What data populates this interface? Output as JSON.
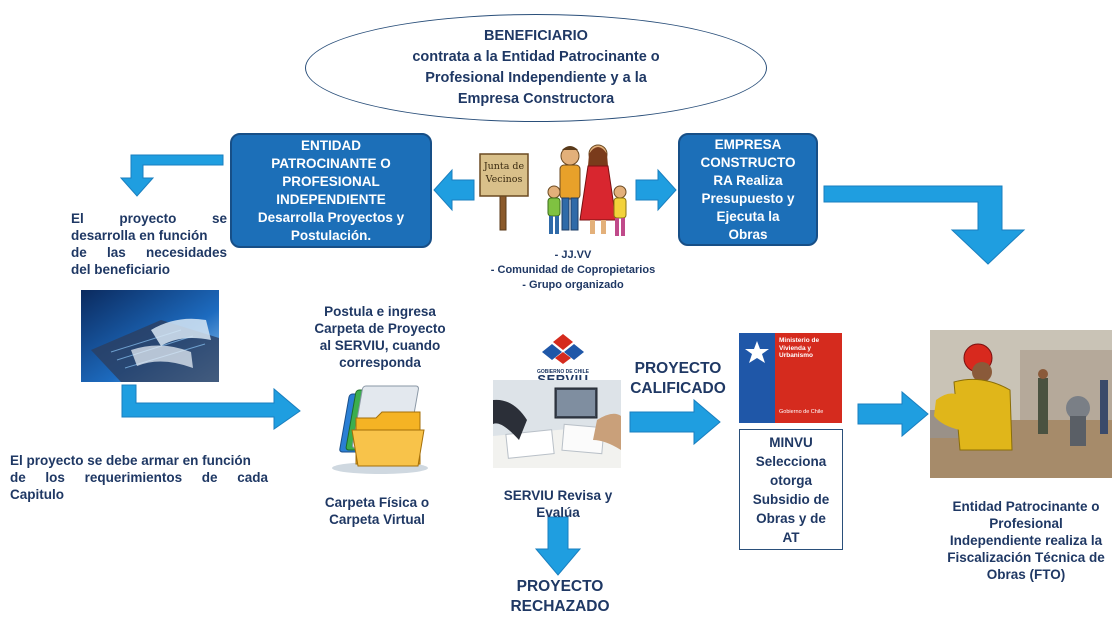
{
  "top_ellipse": {
    "lines": [
      "BENEFICIARIO",
      "contrata a la Entidad Patrocinante o",
      "Profesional Independiente y a la",
      "Empresa Constructora"
    ]
  },
  "entidad_box": {
    "lines": [
      "ENTIDAD",
      "PATROCINANTE O",
      "PROFESIONAL",
      "INDEPENDIENTE",
      "Desarrolla Proyectos y",
      "Postulación."
    ]
  },
  "empresa_box": {
    "lines": [
      "EMPRESA",
      "CONSTRUCTO",
      "RA Realiza",
      "Presupuesto y",
      "Ejecuta la",
      "Obras"
    ]
  },
  "junta_sign": "Junta de Vecinos",
  "community_list": [
    "- JJ.VV",
    "- Comunidad de Copropietarios",
    "- Grupo organizado"
  ],
  "proyecto_desarrolla": {
    "lines": [
      "El proyecto se",
      "desarrolla en función",
      "de las necesidades",
      "del beneficiario"
    ]
  },
  "proyecto_armar": {
    "lines": [
      "El proyecto se debe armar en función",
      "de los requerimientos de cada",
      "Capitulo"
    ]
  },
  "postula": {
    "lines": [
      "Postula e ingresa",
      "Carpeta de Proyecto",
      "al SERVIU, cuando",
      "corresponda"
    ]
  },
  "carpeta": {
    "lines": [
      "Carpeta Física o",
      "Carpeta Virtual"
    ]
  },
  "serviu_logo": {
    "small": "GOBIERNO DE CHILE",
    "big": "SERVIU"
  },
  "serviu_revisa": {
    "lines": [
      "SERVIU Revisa y",
      "Evalúa"
    ]
  },
  "proyecto_calificado": {
    "lines": [
      "PROYECTO",
      "CALIFICADO"
    ]
  },
  "proyecto_rechazado": {
    "lines": [
      "PROYECTO",
      "RECHAZADO"
    ]
  },
  "minvu_logo": {
    "lines": [
      "Ministerio de",
      "Vivienda y",
      "Urbanismo"
    ],
    "footer": "Gobierno de Chile"
  },
  "minvu_box": {
    "lines": [
      "MINVU",
      "Selecciona",
      "otorga",
      "Subsidio de",
      "Obras y de",
      "AT"
    ]
  },
  "fto": {
    "lines": [
      "Entidad Patrocinante o",
      "Profesional",
      "Independiente realiza la",
      "Fiscalización Técnica de",
      "Obras (FTO)"
    ]
  },
  "colors": {
    "box_fill": "#1c6fb8",
    "arrow": "#1f9ee0",
    "text": "#1f3864",
    "minvu_red": "#d52b1e"
  }
}
